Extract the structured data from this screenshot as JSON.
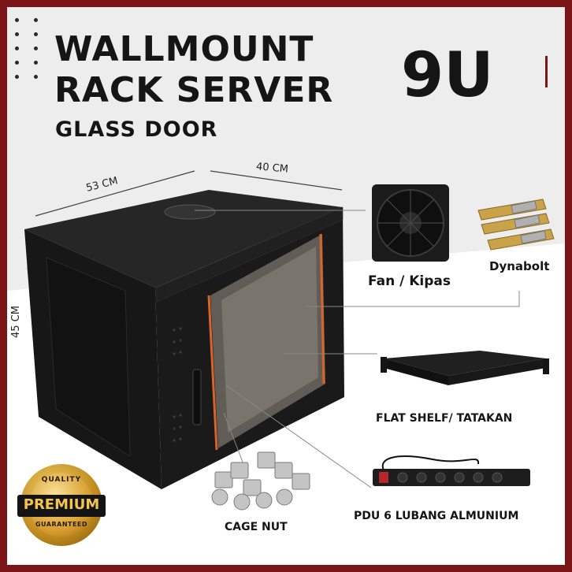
{
  "title": {
    "line1": "WALLMOUNT",
    "line2": "RACK SERVER",
    "subtitle": "GLASS DOOR",
    "size": "9U"
  },
  "dimensions": {
    "depth": "53 CM",
    "width": "40 CM",
    "height": "45 CM"
  },
  "accessories": {
    "fan": "Fan / Kipas",
    "dynabolt": "Dynabolt",
    "shelf": "FLAT SHELF/ TATAKAN",
    "pdu": "PDU 6 LUBANG ALMUNIUM",
    "cage_nut": "CAGE NUT"
  },
  "badge": {
    "top": "QUALITY",
    "main": "PREMIUM",
    "bottom": "GUARANTEED"
  },
  "colors": {
    "frame": "#7a1416",
    "rack_body": "#1c1c1c",
    "door_trim": "#d9642a",
    "gold": "#d49a2a"
  },
  "icons": {
    "fan": "fan-icon",
    "bolt": "bolt-icon",
    "shelf": "shelf-icon",
    "pdu": "power-strip-icon",
    "nut": "cage-nut-icon",
    "rack": "server-rack-icon",
    "seal": "quality-seal-icon"
  }
}
